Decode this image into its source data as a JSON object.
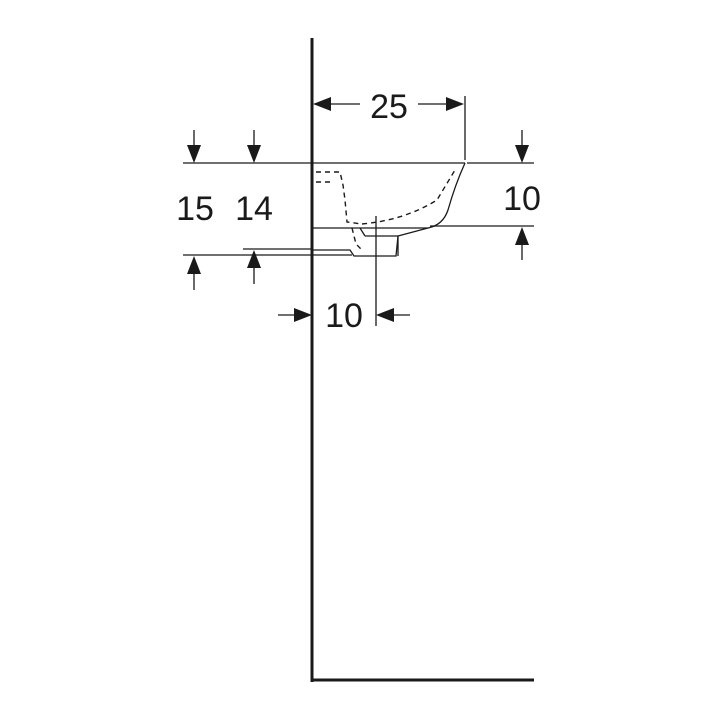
{
  "dimensions": {
    "width_top": "25",
    "height_outer": "15",
    "height_inner": "14",
    "bowl_depth": "10",
    "waste_offset": "10"
  },
  "colors": {
    "ink": "#1a1a1a",
    "background": "#ffffff"
  }
}
